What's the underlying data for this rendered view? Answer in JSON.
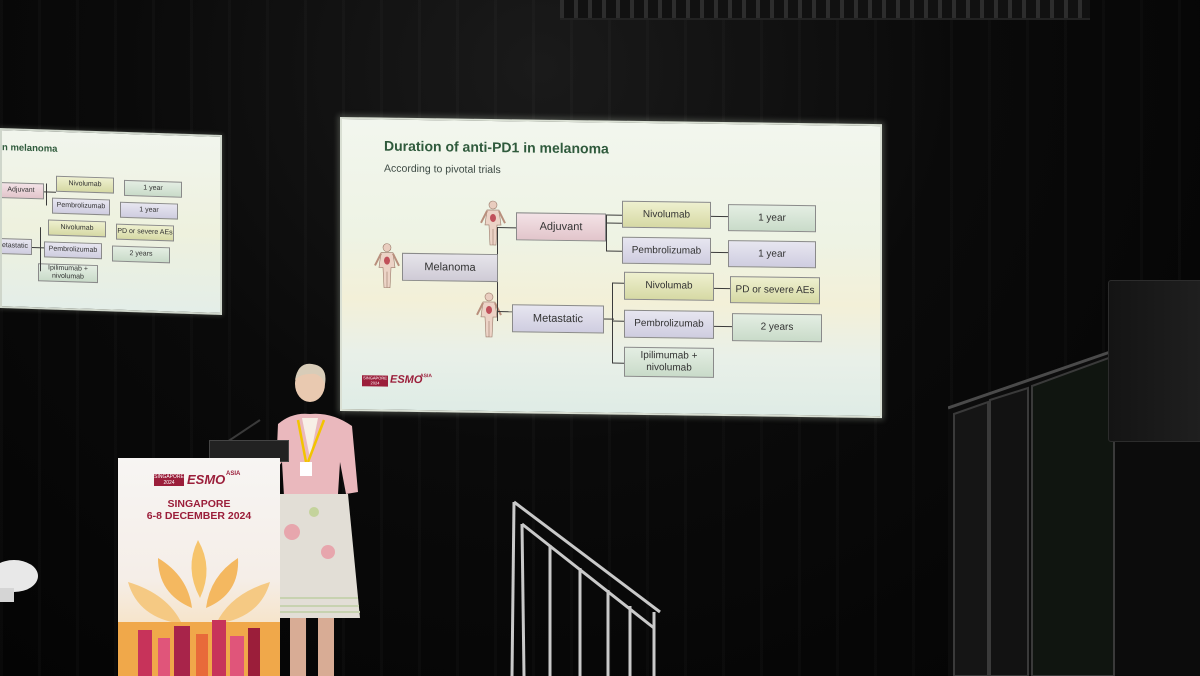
{
  "main_slide": {
    "title": "Duration of anti-PD1 in melanoma",
    "subtitle": "According to pivotal trials",
    "nodes": {
      "root": "Melanoma",
      "adjuvant": "Adjuvant",
      "metastatic": "Metastatic",
      "adj_nivo": "Nivolumab",
      "adj_pembro": "Pembrolizumab",
      "met_nivo": "Nivolumab",
      "met_pembro": "Pembrolizumab",
      "met_ipi": "Ipilimumab + nivolumab"
    },
    "durations": {
      "adj_nivo": "1 year",
      "adj_pembro": "1 year",
      "met_nivo": "PD or severe AEs",
      "met_pembro": "2 years"
    },
    "logo": {
      "main": "ESMO",
      "sup": "ASIA",
      "badge": "SINGAPORE 2024"
    }
  },
  "left_slide": {
    "title": "n melanoma",
    "nodes": {
      "adjuvant": "Adjuvant",
      "metastatic": "etastatic",
      "adj_nivo": "Nivolumab",
      "adj_pembro": "Pembrolizumab",
      "met_nivo": "Nivolumab",
      "met_pembro": "Pembrolizumab",
      "met_ipi": "Ipilimumab + nivolumab"
    },
    "durations": {
      "adj_nivo": "1 year",
      "adj_pembro": "1 year",
      "met_nivo": "PD or severe AEs",
      "met_pembro": "2 years"
    }
  },
  "podium": {
    "logo_main": "ESMO",
    "logo_sup": "ASIA",
    "logo_badge": "SINGAPORE 2024",
    "city": "SINGAPORE",
    "dates": "6-8 DECEMBER 2024"
  },
  "colors": {
    "title_green": "#2f5a3c",
    "esmo_red": "#9b1e3a",
    "stage_black": "#050505"
  }
}
